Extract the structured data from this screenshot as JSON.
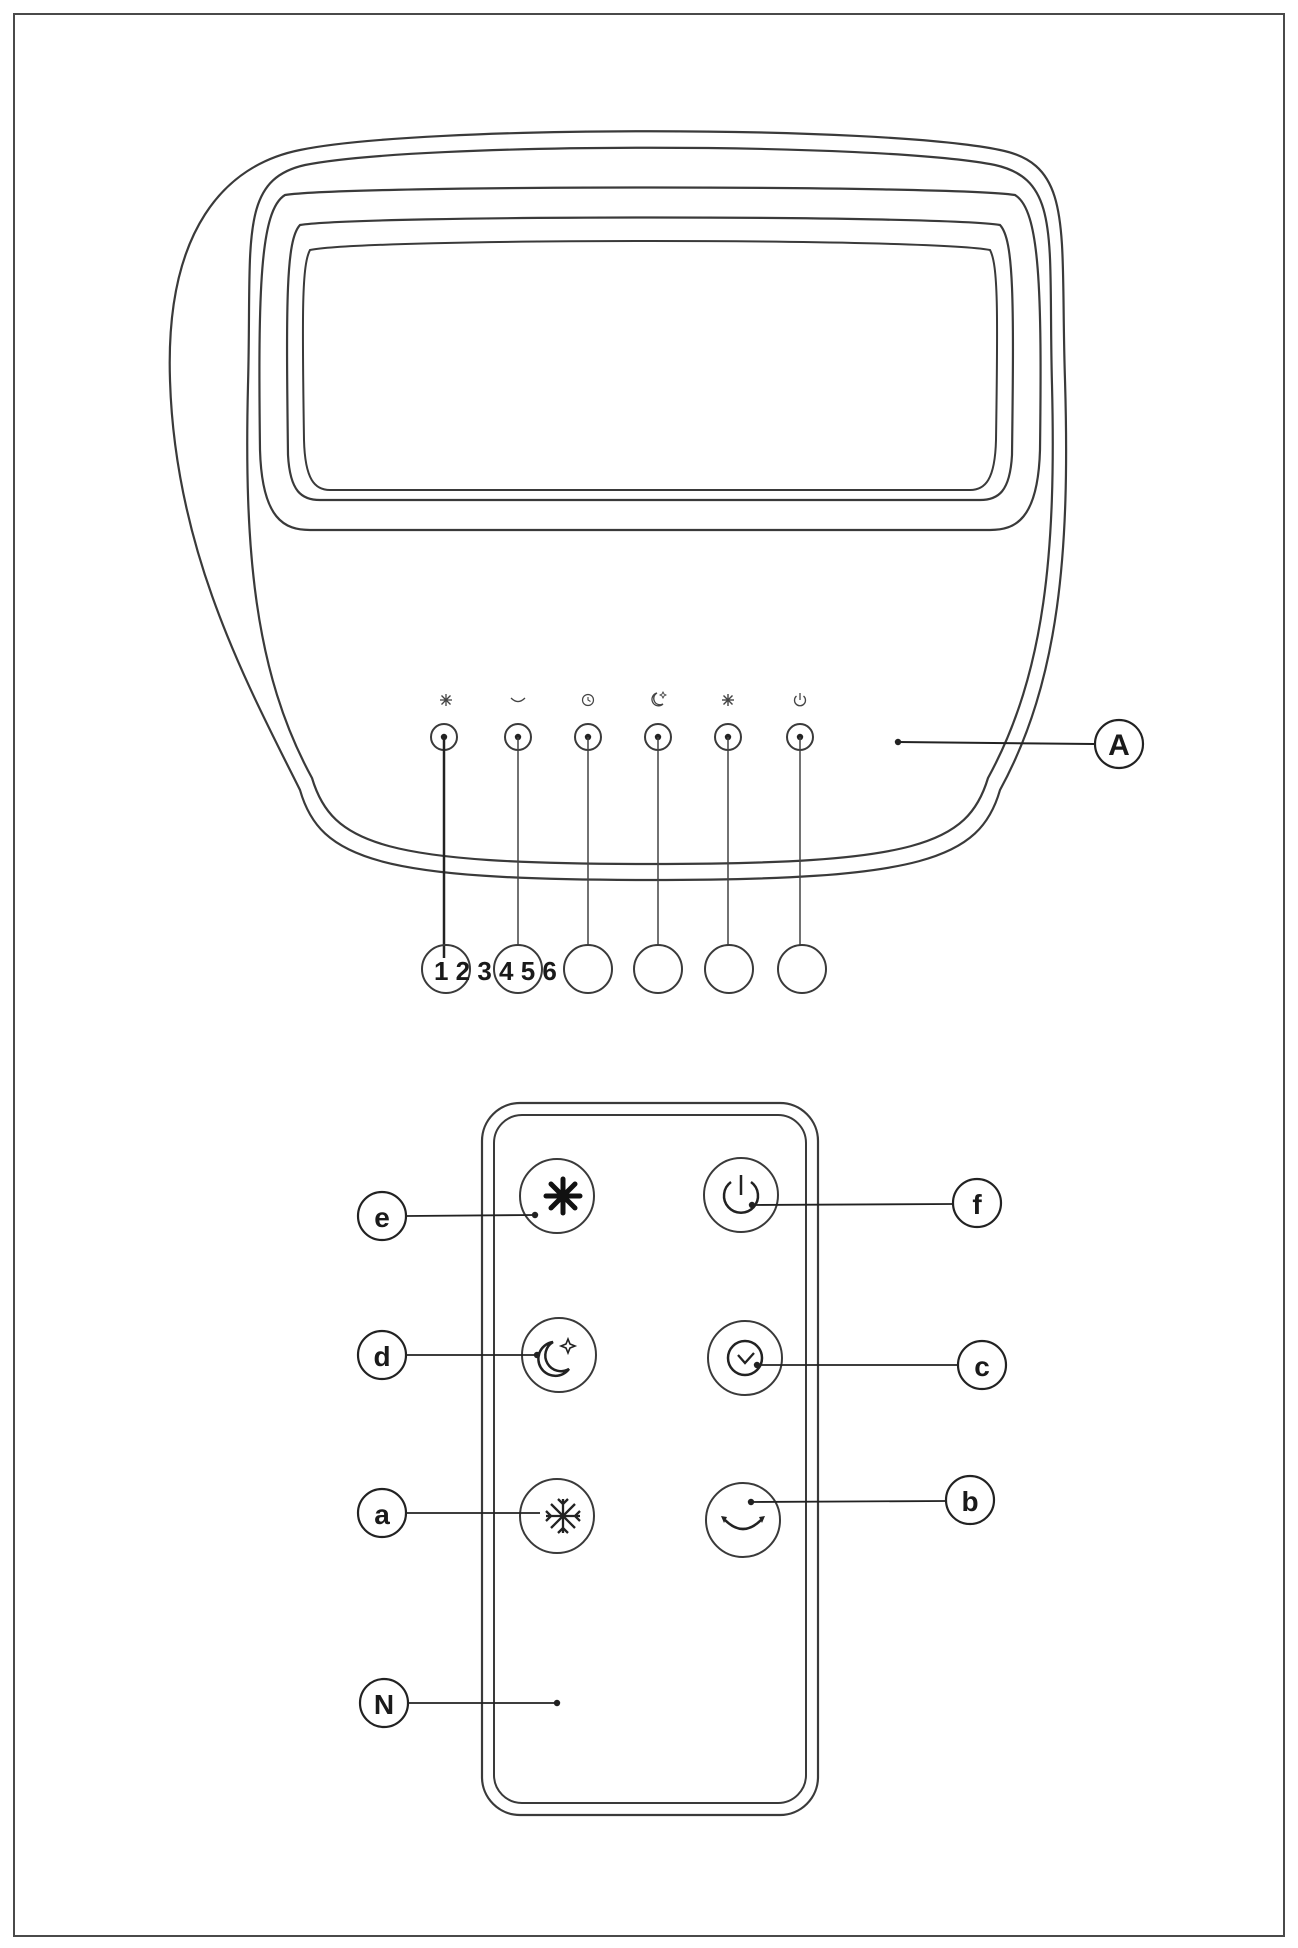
{
  "panel": {
    "callout": "A",
    "button_icons": [
      "snowflake-icon",
      "swing-icon",
      "timer-icon",
      "sleep-icon",
      "fan-speed-icon",
      "power-icon"
    ],
    "numbers_label": "1 2 3 4 5 6"
  },
  "remote": {
    "callouts": {
      "e": "e",
      "f": "f",
      "d": "d",
      "c": "c",
      "a": "a",
      "b": "b",
      "n": "N"
    },
    "button_icons": {
      "e": "fan-speed-icon",
      "f": "power-icon",
      "d": "sleep-icon",
      "c": "timer-icon",
      "a": "snowflake-icon",
      "b": "swing-icon"
    }
  }
}
